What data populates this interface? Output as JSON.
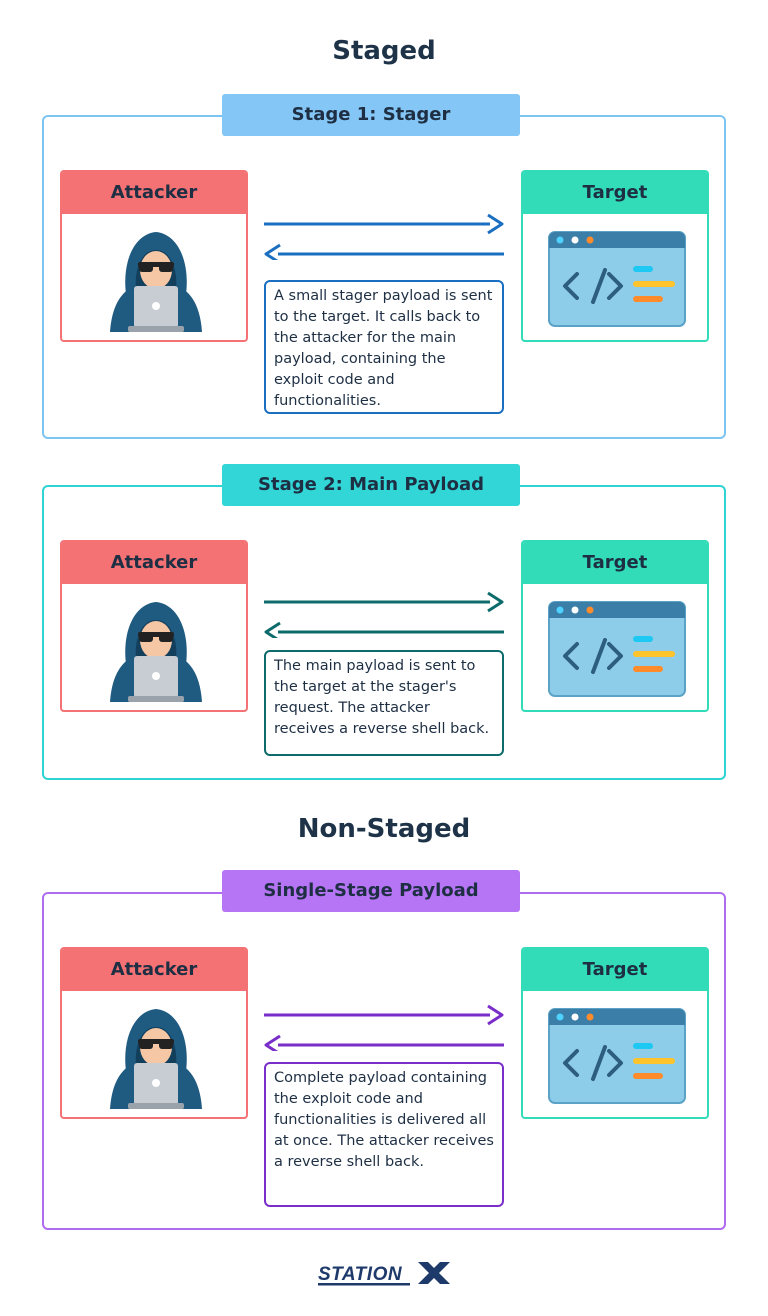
{
  "headings": {
    "staged": "Staged",
    "non_staged": "Non-Staged"
  },
  "card_labels": {
    "attacker": "Attacker",
    "target": "Target"
  },
  "stages": [
    {
      "title": "Stage 1: Stager",
      "accent": "#1a6fc0",
      "panel_border": "#7cc4f2",
      "title_bg": "#84c6f5",
      "description": "A small stager payload is sent to the target. It calls back to the attacker for the main payload, containing the exploit code and functionalities."
    },
    {
      "title": "Stage 2: Main Payload",
      "accent": "#0d6b6b",
      "panel_border": "#2fd3d3",
      "title_bg": "#32d6d6",
      "description": "The main payload is sent to the target at the stager's request. The attacker receives a reverse shell back."
    },
    {
      "title": "Single-Stage Payload",
      "accent": "#7a2ec9",
      "panel_border": "#b06cf0",
      "title_bg": "#b575f5",
      "description": "Complete payload containing the exploit code and functionalities is delivered all at once. The attacker receives a reverse shell back."
    }
  ],
  "icons": {
    "attacker": "hooded-hacker-icon",
    "target": "code-window-icon"
  },
  "logo": {
    "text": "STATIONX"
  }
}
